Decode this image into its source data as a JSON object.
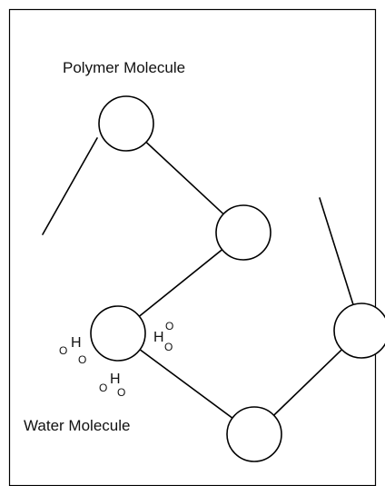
{
  "labels": {
    "polymer": "Polymer Molecule",
    "water": "Water Molecule"
  },
  "water_groups": [
    {
      "h": "H",
      "o1": "O",
      "o2": "O"
    },
    {
      "h": "H",
      "o1": "O",
      "o2": "O"
    },
    {
      "h": "H",
      "o1": "O",
      "o2": "O"
    }
  ]
}
